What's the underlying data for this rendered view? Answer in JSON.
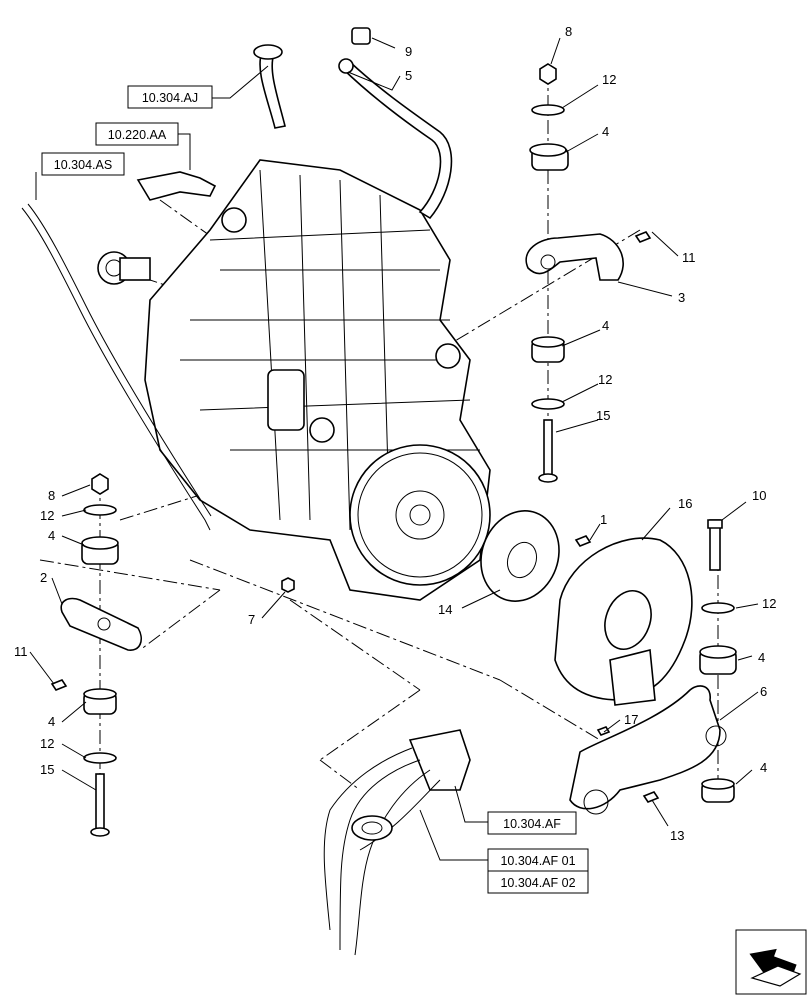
{
  "reference_boxes": [
    "10.304.AJ",
    "10.220.AA",
    "10.304.AS",
    "10.304.AF",
    "10.304.AF 01",
    "10.304.AF 02"
  ],
  "callouts": [
    "1",
    "2",
    "3",
    "4",
    "5",
    "6",
    "7",
    "8",
    "9",
    "10",
    "11",
    "12",
    "13",
    "14",
    "15",
    "16",
    "17"
  ],
  "icons": {
    "nav": "arrow-navigation-icon"
  }
}
